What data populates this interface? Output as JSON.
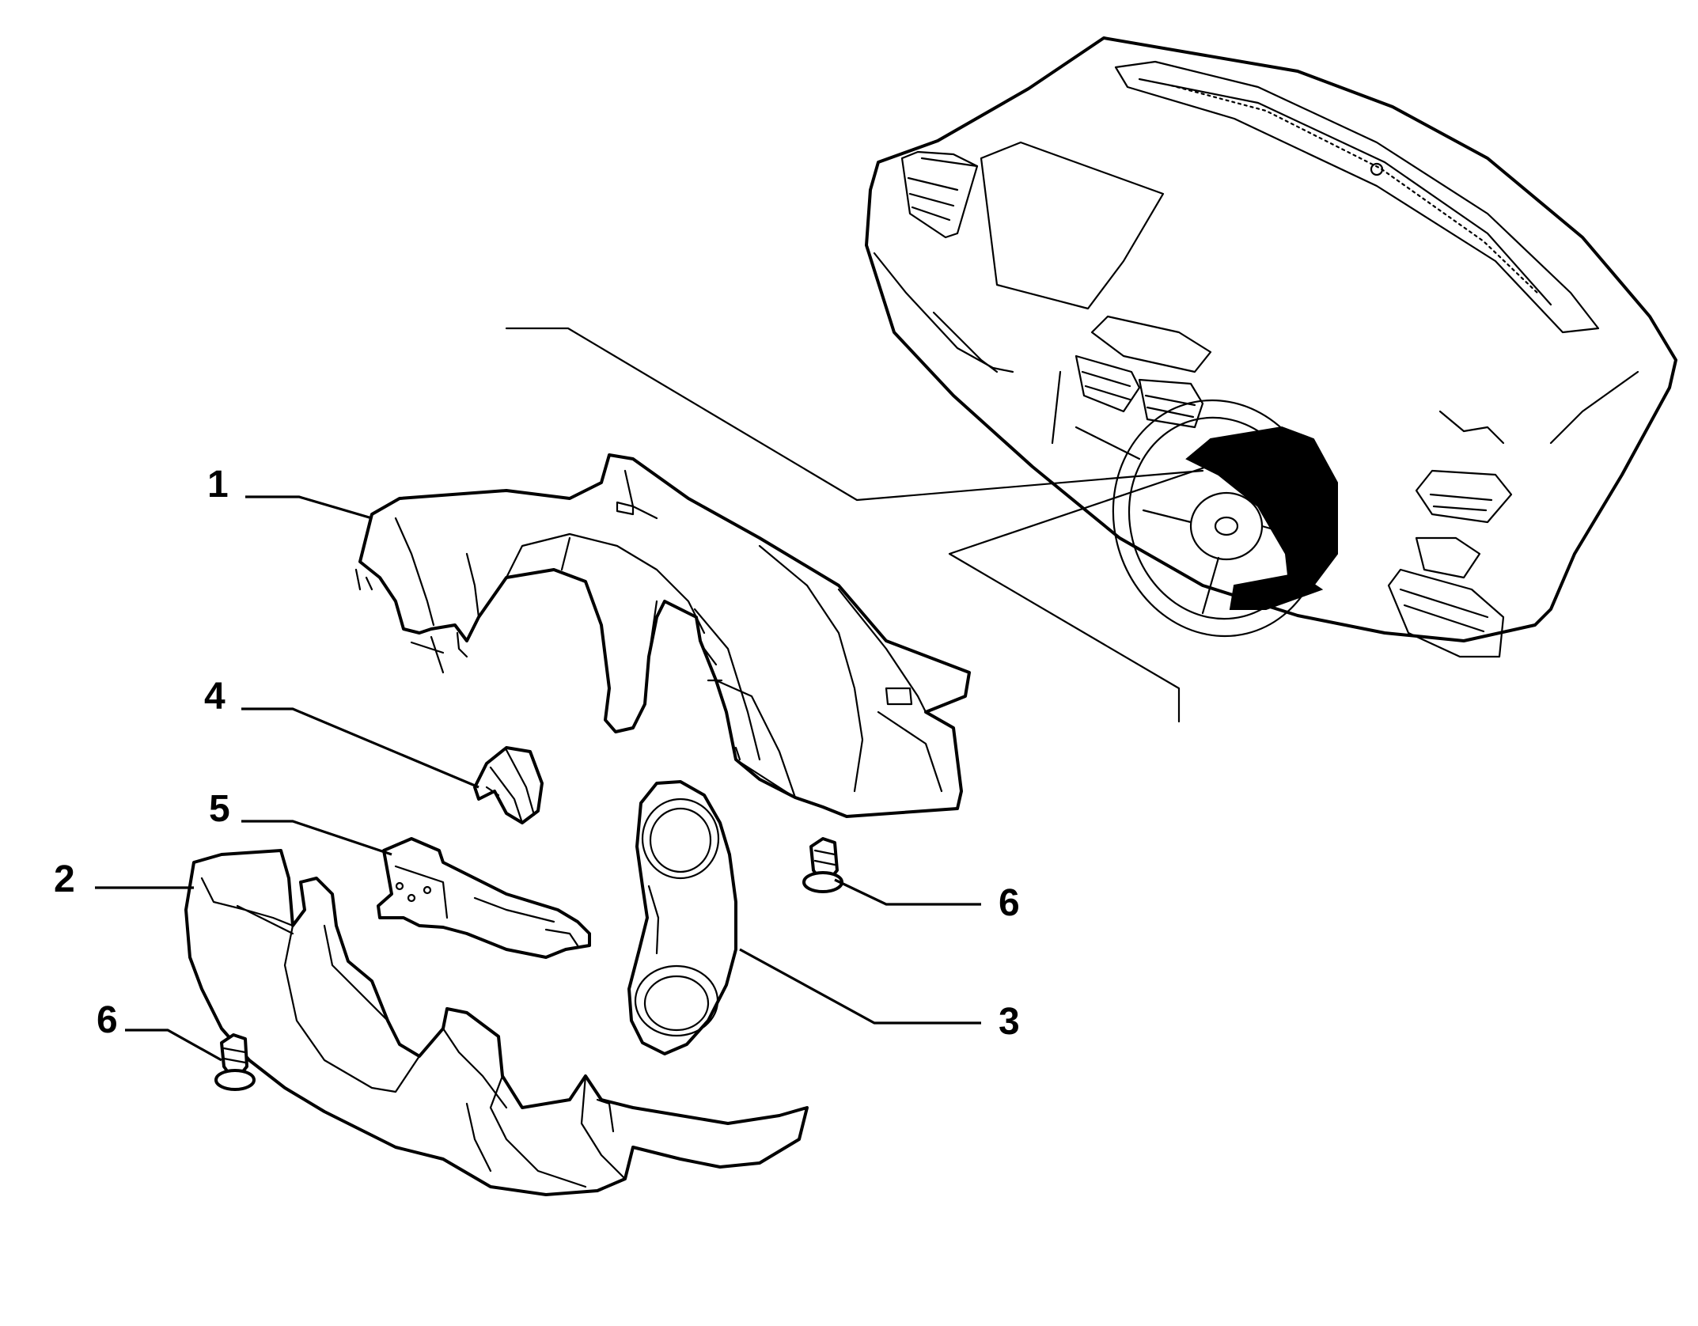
{
  "callouts": [
    {
      "id": "c1",
      "label": "1"
    },
    {
      "id": "c2",
      "label": "2"
    },
    {
      "id": "c3",
      "label": "3"
    },
    {
      "id": "c4",
      "label": "4"
    },
    {
      "id": "c5",
      "label": "5"
    },
    {
      "id": "c6a",
      "label": "6"
    },
    {
      "id": "c6b",
      "label": "6"
    }
  ],
  "colors": {
    "line": "#000000",
    "background": "#ffffff"
  }
}
